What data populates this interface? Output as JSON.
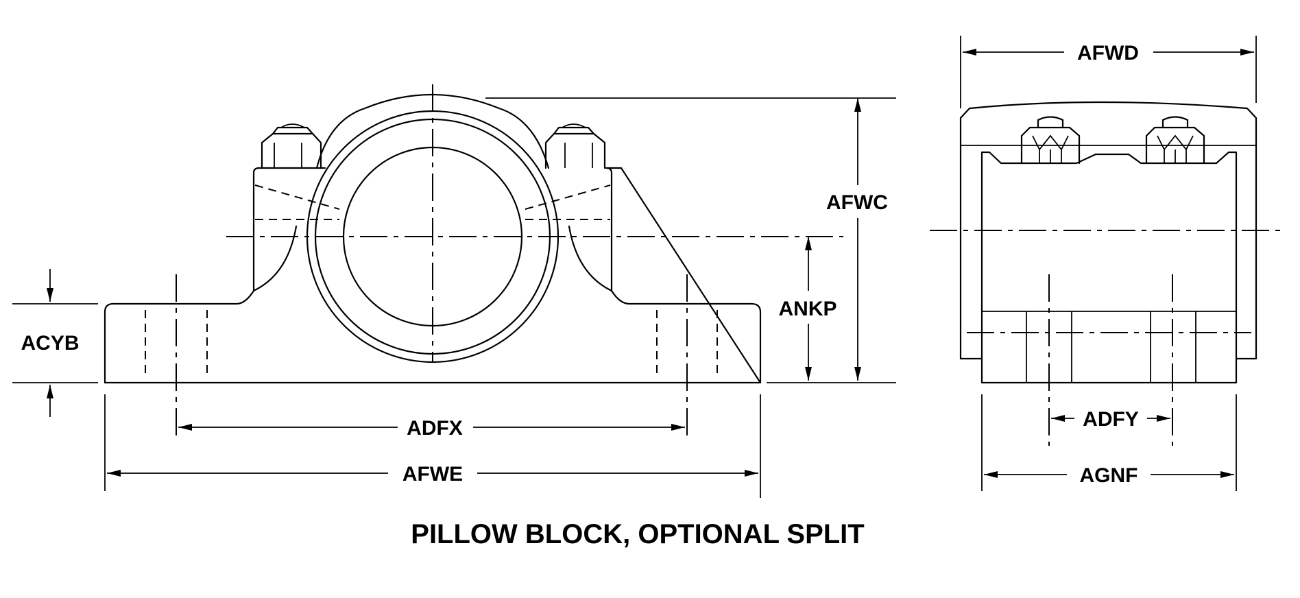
{
  "caption": "PILLOW BLOCK, OPTIONAL SPLIT",
  "dimensions": {
    "afwd": "AFWD",
    "afwc": "AFWC",
    "ankp": "ANKP",
    "acyb": "ACYB",
    "adfx": "ADFX",
    "afwe": "AFWE",
    "adfy": "ADFY",
    "agnf": "AGNF"
  }
}
